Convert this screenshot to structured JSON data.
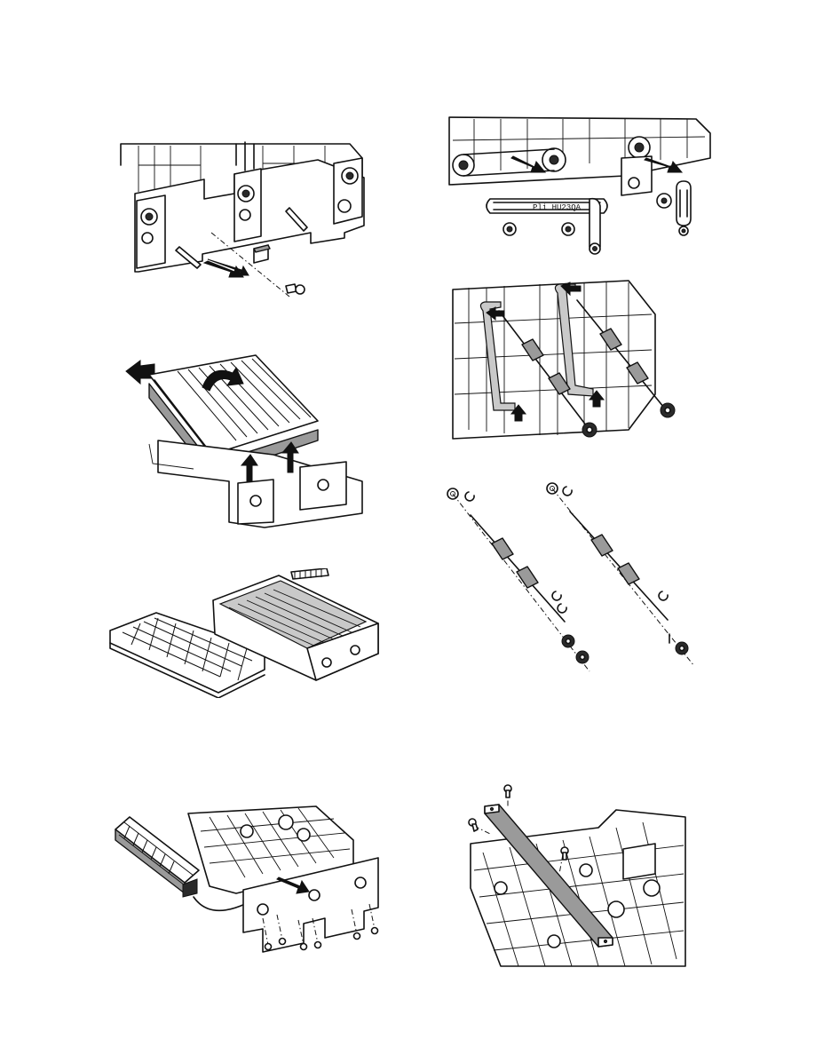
{
  "page": {
    "type": "service-manual-illustration-page",
    "figures": [
      {
        "id": "fig-1",
        "depicts": "side-frame-bracket-removal"
      },
      {
        "id": "fig-2",
        "depicts": "upper-guide-lift-off"
      },
      {
        "id": "fig-3",
        "depicts": "transport-unit-separated"
      },
      {
        "id": "fig-4",
        "depicts": "front-plate-and-connector-removal"
      },
      {
        "id": "fig-5",
        "depicts": "belt-and-pulley-removal"
      },
      {
        "id": "fig-6",
        "depicts": "roller-shaft-removal"
      },
      {
        "id": "fig-7",
        "depicts": "roller-shaft-exploded"
      },
      {
        "id": "fig-8",
        "depicts": "stay-plate-screw-removal"
      }
    ]
  },
  "colors": {
    "line": "#111111",
    "fill_grey": "#9a9a9a",
    "fill_light": "#c9c9c9",
    "background": "#ffffff"
  },
  "belt_label": "Pli HU23QA"
}
